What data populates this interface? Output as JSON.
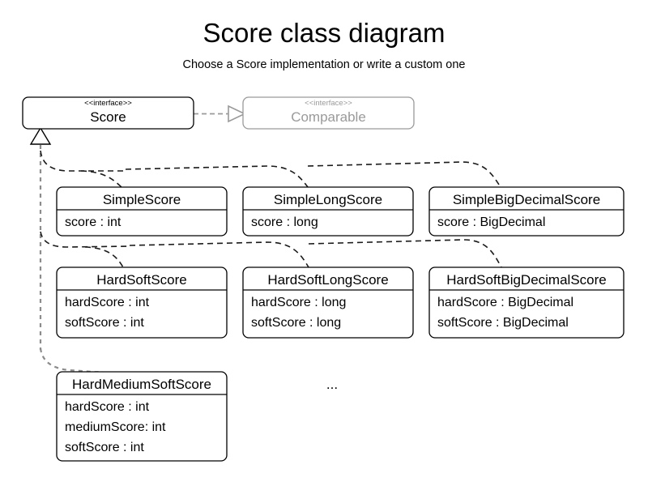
{
  "header": {
    "title": "Score class diagram",
    "subtitle": "Choose a Score implementation or write a custom one"
  },
  "interfaces": {
    "score": {
      "stereotype": "<<interface>>",
      "name": "Score"
    },
    "comparable": {
      "stereotype": "<<interface>>",
      "name": "Comparable"
    }
  },
  "classes": [
    {
      "id": "simple-score",
      "name": "SimpleScore",
      "attributes": [
        "score : int"
      ]
    },
    {
      "id": "simple-long-score",
      "name": "SimpleLongScore",
      "attributes": [
        "score : long"
      ]
    },
    {
      "id": "simple-big-decimal-score",
      "name": "SimpleBigDecimalScore",
      "attributes": [
        "score : BigDecimal"
      ]
    },
    {
      "id": "hard-soft-score",
      "name": "HardSoftScore",
      "attributes": [
        "hardScore : int",
        "softScore : int"
      ]
    },
    {
      "id": "hard-soft-long-score",
      "name": "HardSoftLongScore",
      "attributes": [
        "hardScore : long",
        "softScore : long"
      ]
    },
    {
      "id": "hard-soft-big-decimal-score",
      "name": "HardSoftBigDecimalScore",
      "attributes": [
        "hardScore : BigDecimal",
        "softScore : BigDecimal"
      ]
    },
    {
      "id": "hard-medium-soft-score",
      "name": "HardMediumSoftScore",
      "attributes": [
        "hardScore : int",
        "mediumScore: int",
        "softScore : int"
      ]
    }
  ],
  "more_indicator": "...",
  "colors": {
    "line": "#000000",
    "muted": "#9a9a9a",
    "background": "#ffffff",
    "connector_dark": "#1a1a1a",
    "connector_gray": "#8c8c8c"
  }
}
